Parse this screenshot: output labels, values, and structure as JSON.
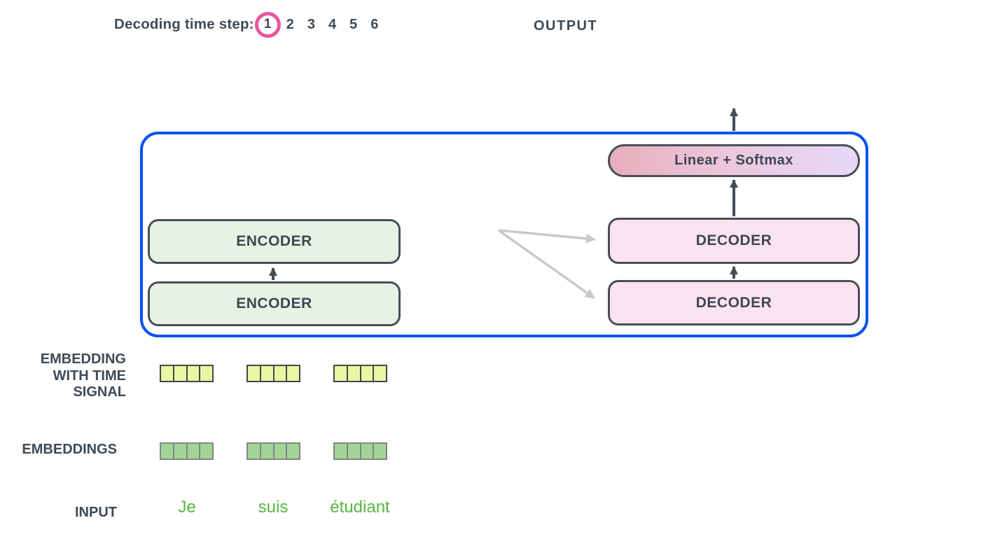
{
  "header": {
    "decoding_label": "Decoding time step:",
    "steps": [
      "1",
      "2",
      "3",
      "4",
      "5",
      "6"
    ],
    "active_step": "1",
    "output_label": "OUTPUT"
  },
  "diagram": {
    "encoder_top": "ENCODER",
    "encoder_bottom": "ENCODER",
    "decoder_top": "DECODER",
    "decoder_bottom": "DECODER",
    "linear_softmax": "Linear + Softmax"
  },
  "labels": {
    "embedding_time_line1": "EMBEDDING",
    "embedding_time_line2": "WITH TIME",
    "embedding_time_line3": "SIGNAL",
    "embeddings": "EMBEDDINGS",
    "input": "INPUT"
  },
  "input_tokens": [
    "Je",
    "suis",
    "étudiant"
  ],
  "colors": {
    "container_border": "#0551f0",
    "active_step_ring": "#e9579f",
    "encoder_fill": "#e8f2e3",
    "decoder_fill": "#fbe3ef",
    "box_border": "#474f58",
    "linear_softmax_gradient_left": "#e7aebb",
    "linear_softmax_gradient_right": "#e6d9f8",
    "time_signal_cell_fill": "#ebf6a3",
    "time_signal_cell_border": "#43474a",
    "embedding_cell_fill": "#a4d495",
    "embedding_cell_border": "#7f858b",
    "input_text": "#58b53c",
    "label_text": "#3f4a54",
    "arrow_dark": "#454b54",
    "arrow_gray": "#c9c9c9"
  }
}
